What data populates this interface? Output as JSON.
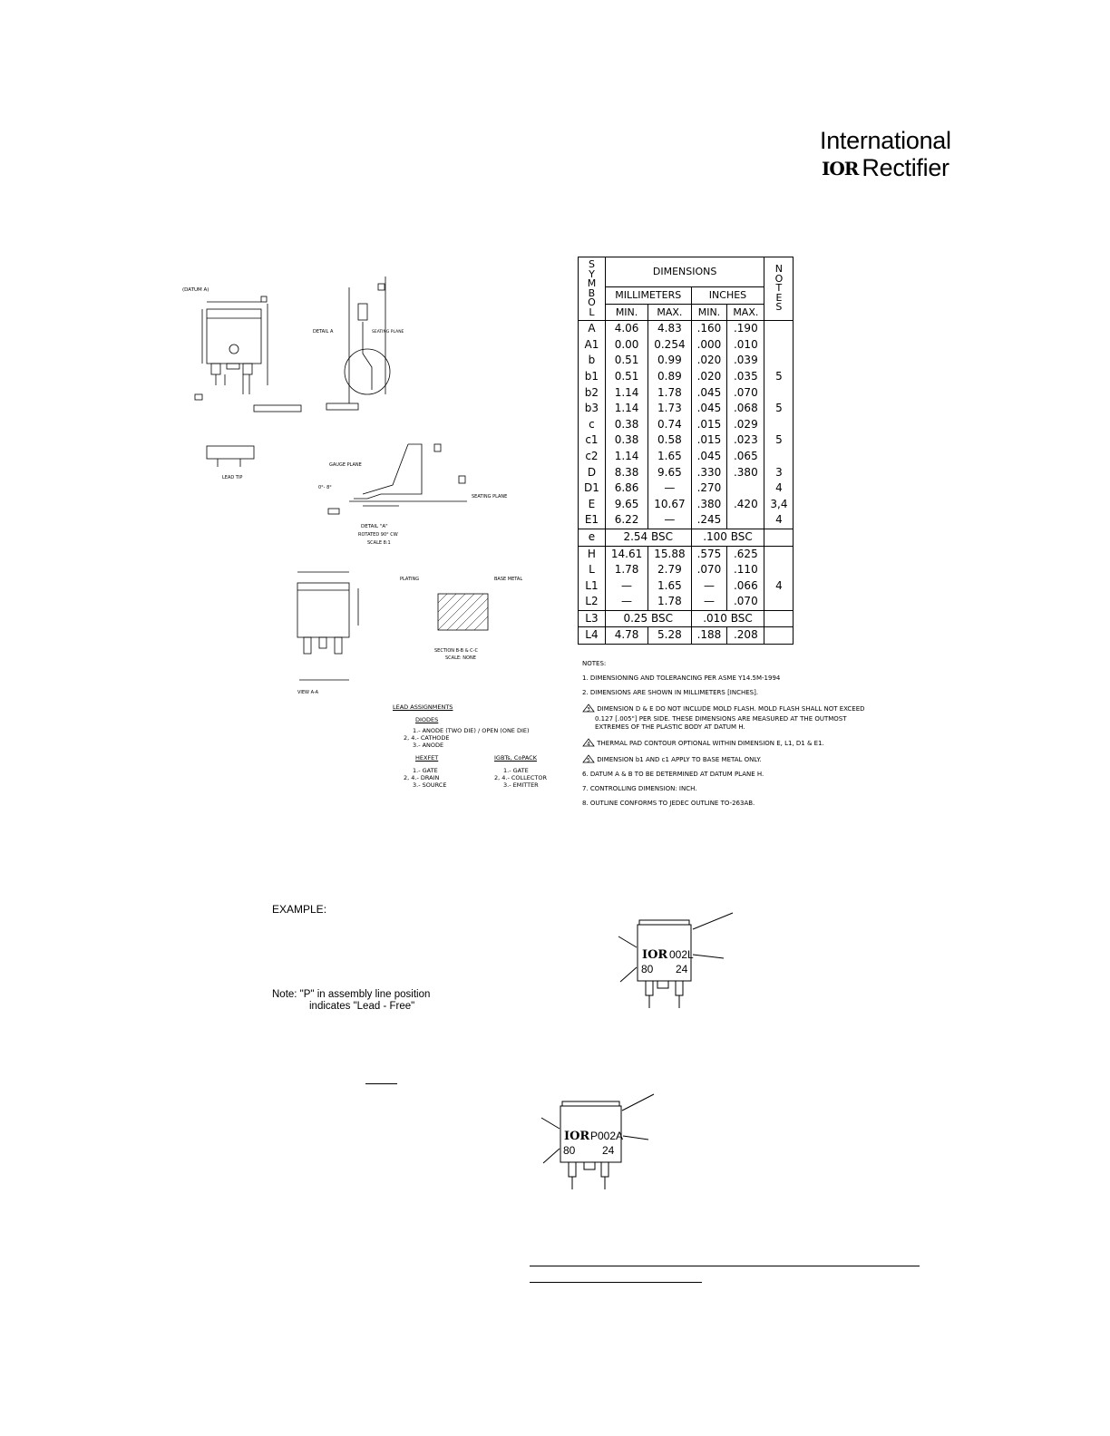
{
  "brand": {
    "line1": "International",
    "mark": "IOR",
    "line2": "Rectifier"
  },
  "drawing_labels": {
    "datum_a": "(DATUM A)",
    "detail_a": "DETAIL A",
    "seating_plane_short": "SEATING PLANE",
    "lead_tip": "LEAD TIP",
    "gauge_plane": "GAUGE PLANE",
    "angle": "0°- 8°",
    "seating_plane": "SEATING PLANE",
    "detail_caption": "DETAIL \"A\"",
    "rotated": "ROTATED 90° CW",
    "scale": "SCALE 8:1",
    "plating": "PLATING",
    "base_metal": "BASE METAL",
    "section": "SECTION B-B & C-C",
    "scale_none": "SCALE: NONE",
    "view": "VIEW A-A"
  },
  "table": {
    "symbol_header": "SYMBOL",
    "dimensions_header": "DIMENSIONS",
    "mm_header": "MILLIMETERS",
    "in_header": "INCHES",
    "notes_header": "NOTES",
    "min": "MIN.",
    "max": "MAX.",
    "rows": [
      {
        "s": "A",
        "mmin": "4.06",
        "mmax": "4.83",
        "imin": ".160",
        "imax": ".190",
        "n": ""
      },
      {
        "s": "A1",
        "mmin": "0.00",
        "mmax": "0.254",
        "imin": ".000",
        "imax": ".010",
        "n": ""
      },
      {
        "s": "b",
        "mmin": "0.51",
        "mmax": "0.99",
        "imin": ".020",
        "imax": ".039",
        "n": ""
      },
      {
        "s": "b1",
        "mmin": "0.51",
        "mmax": "0.89",
        "imin": ".020",
        "imax": ".035",
        "n": "5"
      },
      {
        "s": "b2",
        "mmin": "1.14",
        "mmax": "1.78",
        "imin": ".045",
        "imax": ".070",
        "n": ""
      },
      {
        "s": "b3",
        "mmin": "1.14",
        "mmax": "1.73",
        "imin": ".045",
        "imax": ".068",
        "n": "5"
      },
      {
        "s": "c",
        "mmin": "0.38",
        "mmax": "0.74",
        "imin": ".015",
        "imax": ".029",
        "n": ""
      },
      {
        "s": "c1",
        "mmin": "0.38",
        "mmax": "0.58",
        "imin": ".015",
        "imax": ".023",
        "n": "5"
      },
      {
        "s": "c2",
        "mmin": "1.14",
        "mmax": "1.65",
        "imin": ".045",
        "imax": ".065",
        "n": ""
      },
      {
        "s": "D",
        "mmin": "8.38",
        "mmax": "9.65",
        "imin": ".330",
        "imax": ".380",
        "n": "3"
      },
      {
        "s": "D1",
        "mmin": "6.86",
        "mmax": "—",
        "imin": ".270",
        "imax": "",
        "n": "4"
      },
      {
        "s": "E",
        "mmin": "9.65",
        "mmax": "10.67",
        "imin": ".380",
        "imax": ".420",
        "n": "3,4"
      },
      {
        "s": "E1",
        "mmin": "6.22",
        "mmax": "—",
        "imin": ".245",
        "imax": "",
        "n": "4"
      },
      {
        "s": "e",
        "mm_bsc": "2.54  BSC",
        "in_bsc": ".100  BSC",
        "n": ""
      },
      {
        "s": "H",
        "mmin": "14.61",
        "mmax": "15.88",
        "imin": ".575",
        "imax": ".625",
        "n": ""
      },
      {
        "s": "L",
        "mmin": "1.78",
        "mmax": "2.79",
        "imin": ".070",
        "imax": ".110",
        "n": ""
      },
      {
        "s": "L1",
        "mmin": "—",
        "mmax": "1.65",
        "imin": "—",
        "imax": ".066",
        "n": "4"
      },
      {
        "s": "L2",
        "mmin": "—",
        "mmax": "1.78",
        "imin": "—",
        "imax": ".070",
        "n": ""
      },
      {
        "s": "L3",
        "mm_bsc": "0.25  BSC",
        "in_bsc": ".010  BSC",
        "n": ""
      },
      {
        "s": "L4",
        "mmin": "4.78",
        "mmax": "5.28",
        "imin": ".188",
        "imax": ".208",
        "n": ""
      }
    ]
  },
  "notes": {
    "title": "NOTES:",
    "items": [
      "1.  DIMENSIONING AND TOLERANCING PER ASME Y14.5M-1994",
      "2.  DIMENSIONS ARE SHOWN IN MILLIMETERS [INCHES].",
      "DIMENSION D & E DO NOT INCLUDE MOLD  FLASH. MOLD FLASH SHALL NOT EXCEED",
      "0.127 [.005\"] PER SIDE. THESE DIMENSIONS ARE MEASURED AT THE OUTMOST",
      "EXTREMES OF THE PLASTIC BODY AT DATUM H.",
      "THERMAL PAD CONTOUR OPTIONAL WITHIN DIMENSION E, L1, D1 & E1.",
      "DIMENSION b1 AND c1 APPLY TO BASE METAL ONLY.",
      "6.  DATUM A & B TO BE DETERMINED AT DATUM PLANE H.",
      "7.  CONTROLLING DIMENSION: INCH.",
      "8.  OUTLINE CONFORMS TO JEDEC OUTLINE TO-263AB."
    ],
    "tri3": "3",
    "tri4": "4",
    "tri5": "5"
  },
  "lead_assignments": {
    "title": "LEAD ASSIGNMENTS",
    "diodes": "DIODES",
    "d1": "1.- ANODE (TWO DIE) / OPEN (ONE DIE)",
    "d2": "2, 4.- CATHODE",
    "d3": "3.- ANODE",
    "hexfet": "HEXFET",
    "h1": "1.- GATE",
    "h2": "2, 4.- DRAIN",
    "h3": "3.- SOURCE",
    "igbt": "IGBTs, CoPACK",
    "i1": "1.- GATE",
    "i2": "2, 4.- COLLECTOR",
    "i3": "3.- EMITTER"
  },
  "example": {
    "label": "EXAMPLE:",
    "note_line1": "Note: \"P\" in assembly line position",
    "note_line2": "indicates \"Lead - Free\"",
    "part1": {
      "mark": "IOR",
      "code": "002L",
      "left": "80",
      "right": "24"
    },
    "part2": {
      "mark": "IOR",
      "code": "P002A",
      "left": "80",
      "right": "24"
    }
  }
}
